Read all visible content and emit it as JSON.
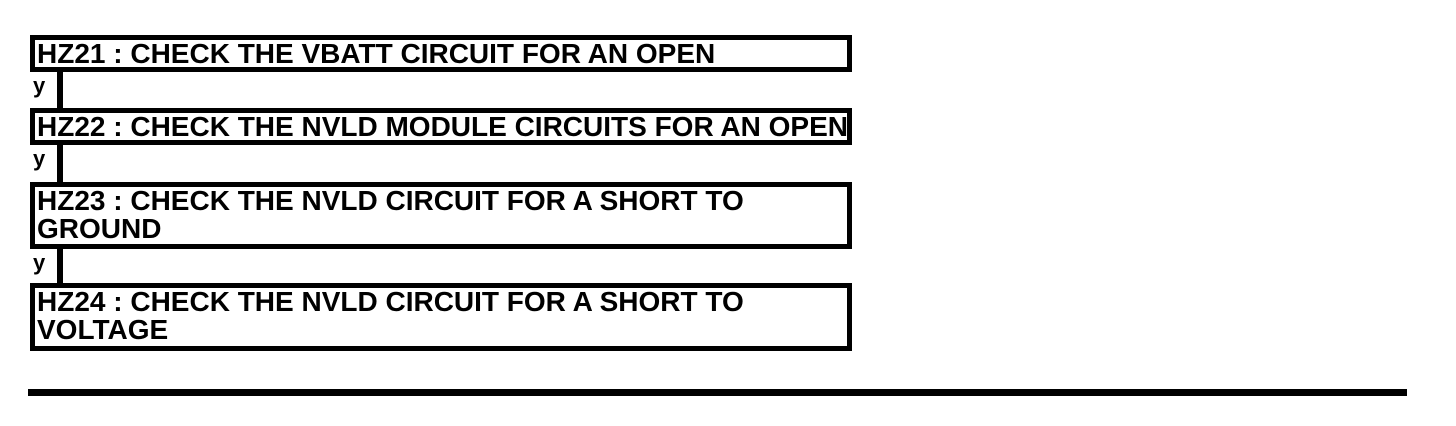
{
  "colors": {
    "ink": "#000000",
    "background": "#ffffff"
  },
  "flowchart": {
    "steps": [
      {
        "title": "HZ21 : CHECK THE VBATT CIRCUIT FOR AN OPEN"
      },
      {
        "title": "HZ22 : CHECK THE NVLD MODULE CIRCUITS FOR AN OPEN"
      },
      {
        "title": "HZ23 : CHECK THE NVLD CIRCUIT FOR A SHORT TO\nGROUND"
      },
      {
        "title": "HZ24 : CHECK THE NVLD CIRCUIT FOR A SHORT TO\nVOLTAGE"
      }
    ],
    "connectors": [
      {
        "label": "y"
      },
      {
        "label": "y"
      },
      {
        "label": "y"
      }
    ]
  }
}
